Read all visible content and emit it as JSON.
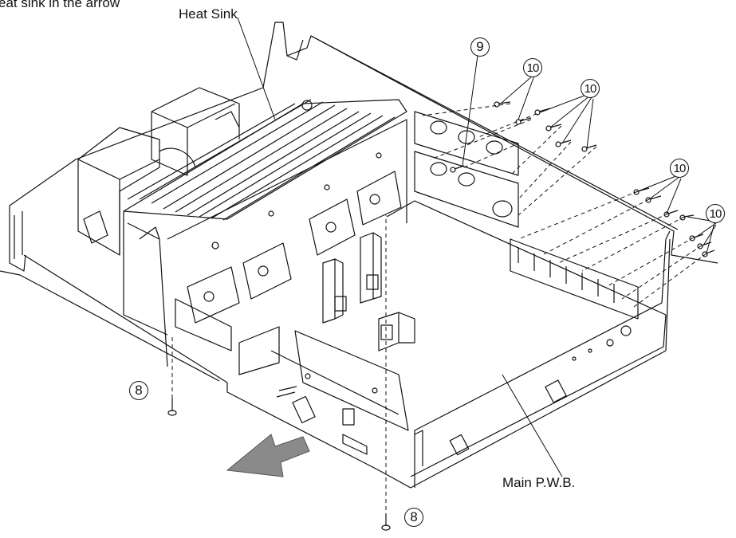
{
  "header_text": "eat sink in the arrow",
  "labels": {
    "heat_sink": "Heat Sink",
    "main_pwb": "Main P.W.B."
  },
  "callouts": {
    "screw_8_left": "8",
    "screw_8_bottom": "8",
    "screw_9": "9",
    "screw_10_a": "10",
    "screw_10_b": "10",
    "screw_10_c": "10",
    "screw_10_d": "10"
  },
  "colors": {
    "line": "#111111",
    "arrow": "#8a8a8a"
  }
}
